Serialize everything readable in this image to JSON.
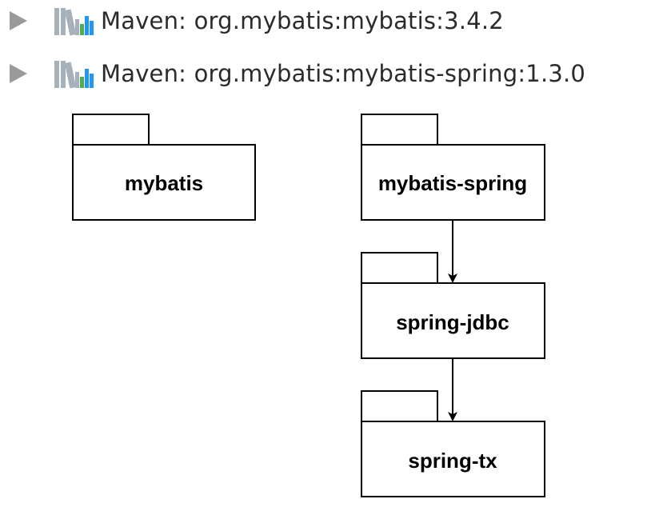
{
  "tree": {
    "rows": [
      {
        "label": "Maven: org.mybatis:mybatis:3.4.2",
        "icon": "maven-library-icon"
      },
      {
        "label": "Maven: org.mybatis:mybatis-spring:1.3.0",
        "icon": "maven-library-icon"
      }
    ]
  },
  "diagram": {
    "packages": {
      "mybatis": "mybatis",
      "mybatis_spring": "mybatis-spring",
      "spring_jdbc": "spring-jdbc",
      "spring_tx": "spring-tx"
    },
    "dependencies": [
      {
        "from": "mybatis-spring",
        "to": "spring-jdbc"
      },
      {
        "from": "spring-jdbc",
        "to": "spring-tx"
      }
    ]
  },
  "colors": {
    "triangle": "#9a9a9a",
    "icon_gray": "#a7b1bb",
    "icon_green": "#4caf50",
    "icon_blue": "#2196f3",
    "text": "#2b2b2b"
  }
}
